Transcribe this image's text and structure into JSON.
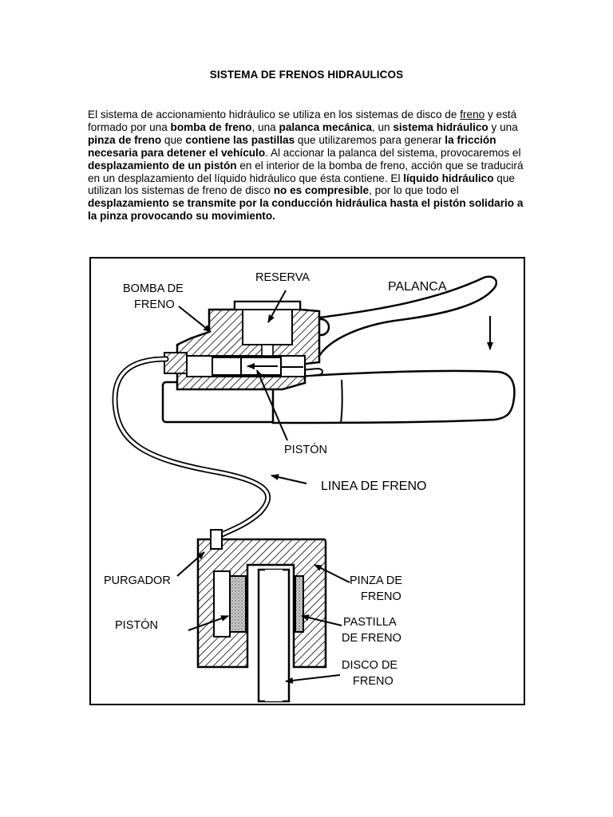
{
  "document": {
    "title": "SISTEMA DE FRENOS HIDRAULICOS",
    "paragraph": [
      {
        "t": "El sistema de accionamiento hidráulico se utiliza en los sistemas de disco de ",
        "s": "n"
      },
      {
        "t": "freno",
        "s": "u"
      },
      {
        "t": " y está formado por una ",
        "s": "n"
      },
      {
        "t": "bomba de freno",
        "s": "b"
      },
      {
        "t": ", una ",
        "s": "n"
      },
      {
        "t": "palanca mecánica",
        "s": "b"
      },
      {
        "t": ", un ",
        "s": "n"
      },
      {
        "t": "sistema hidráulico",
        "s": "b"
      },
      {
        "t": " y una ",
        "s": "n"
      },
      {
        "t": "pinza de freno",
        "s": "b"
      },
      {
        "t": " que ",
        "s": "n"
      },
      {
        "t": "contiene las pastillas",
        "s": "b"
      },
      {
        "t": " que utilizaremos para generar ",
        "s": "n"
      },
      {
        "t": "la fricción necesaria para detener el vehículo",
        "s": "b"
      },
      {
        "t": ". Al accionar la palanca del sistema, provocaremos el ",
        "s": "n"
      },
      {
        "t": "desplazamiento de un pistón",
        "s": "b"
      },
      {
        "t": " en el interior de la bomba de freno, acción que se traducirá en un desplazamiento del líquido hidráulico que ésta contiene. El ",
        "s": "n"
      },
      {
        "t": "líquido hidráulico",
        "s": "b"
      },
      {
        "t": " que utilizan los sistemas de freno de disco ",
        "s": "n"
      },
      {
        "t": "no es compresible",
        "s": "b"
      },
      {
        "t": ", por lo que todo el ",
        "s": "n"
      },
      {
        "t": "desplazamiento se transmite por la conducción hidráulica hasta el pistón solidario a la pinza provocando su movimiento.",
        "s": "b"
      }
    ]
  },
  "diagram": {
    "labels": {
      "bomba_1": "BOMBA DE",
      "bomba_2": "FRENO",
      "reserva": "RESERVA",
      "palanca": "PALANCA",
      "piston_top": "PISTÓN",
      "linea": "LINEA DE FRENO",
      "purgador": "PURGADOR",
      "piston_bottom": "PISTÓN",
      "pinza_1": "PINZA DE",
      "pinza_2": "FRENO",
      "pastilla_1": "PASTILLA",
      "pastilla_2": "DE FRENO",
      "disco_1": "DISCO DE",
      "disco_2": "FRENO"
    }
  }
}
